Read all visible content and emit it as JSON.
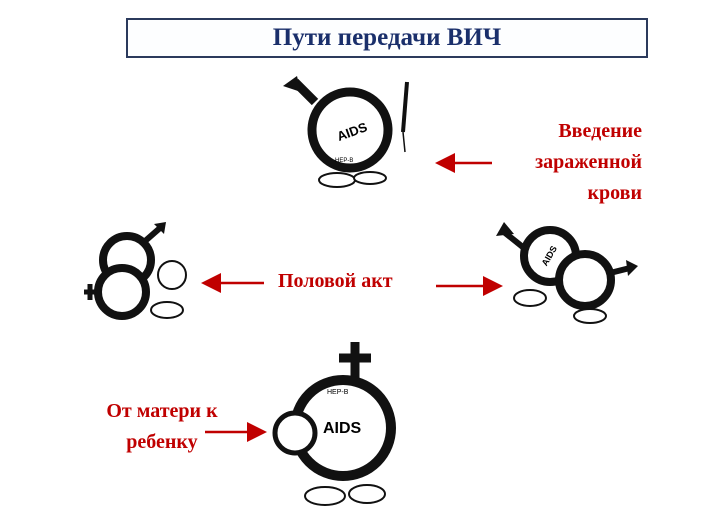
{
  "title": "Пути передачи ВИЧ",
  "routes": {
    "blood": {
      "line1": "Введение",
      "line2": "зараженной",
      "line3": "крови"
    },
    "sexual": {
      "label": "Половой акт"
    },
    "mother": {
      "line1": "От матери к",
      "line2": "ребенку"
    }
  },
  "illustration_labels": {
    "aids": "AIDS",
    "hep": "HEP-B"
  },
  "colors": {
    "title": "#1a2f6b",
    "accent": "#c00000"
  }
}
